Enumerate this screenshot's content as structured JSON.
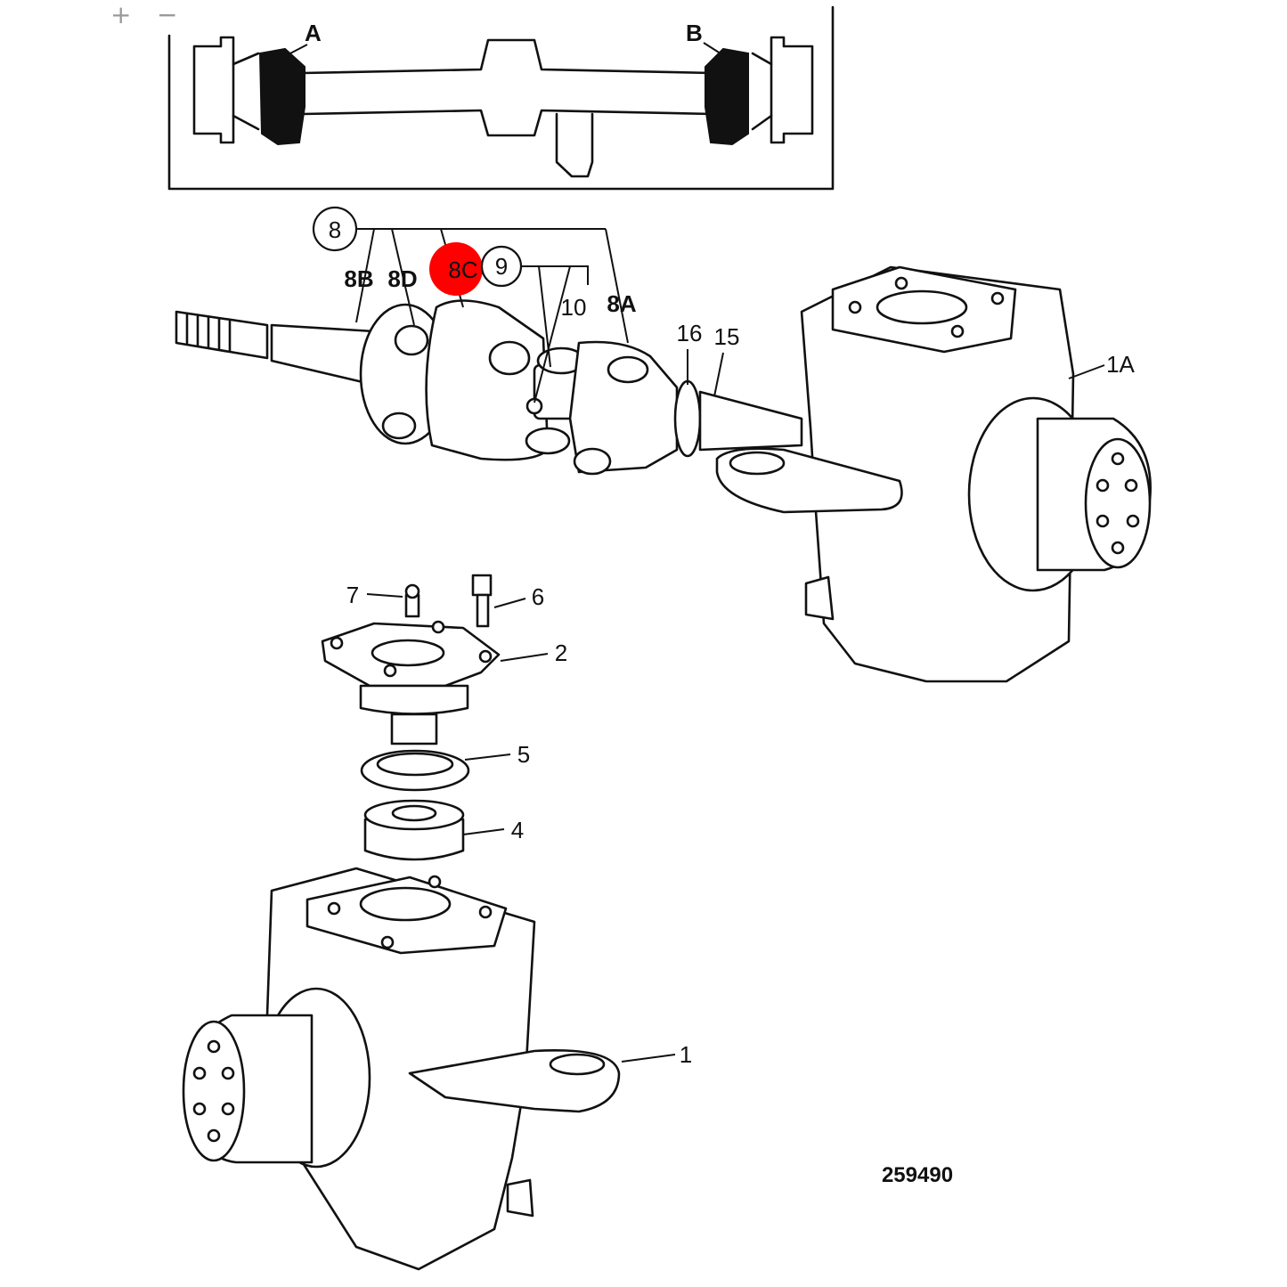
{
  "toolbar": {
    "zoom_in_label": "+",
    "zoom_out_label": "−"
  },
  "inset": {
    "label_a": "A",
    "label_b": "B"
  },
  "callouts": {
    "c8": "8",
    "c8b": "8B",
    "c8d": "8D",
    "c8c": "8C",
    "c9": "9",
    "c10": "10",
    "c8a": "8A",
    "c16": "16",
    "c15": "15",
    "c1a": "1A",
    "c7": "7",
    "c6": "6",
    "c2": "2",
    "c5": "5",
    "c4": "4",
    "c1": "1"
  },
  "drawing_number": "259490",
  "colors": {
    "highlight": "#ff0000",
    "ink": "#111111",
    "zoom_controls": "#9a9a9a"
  }
}
